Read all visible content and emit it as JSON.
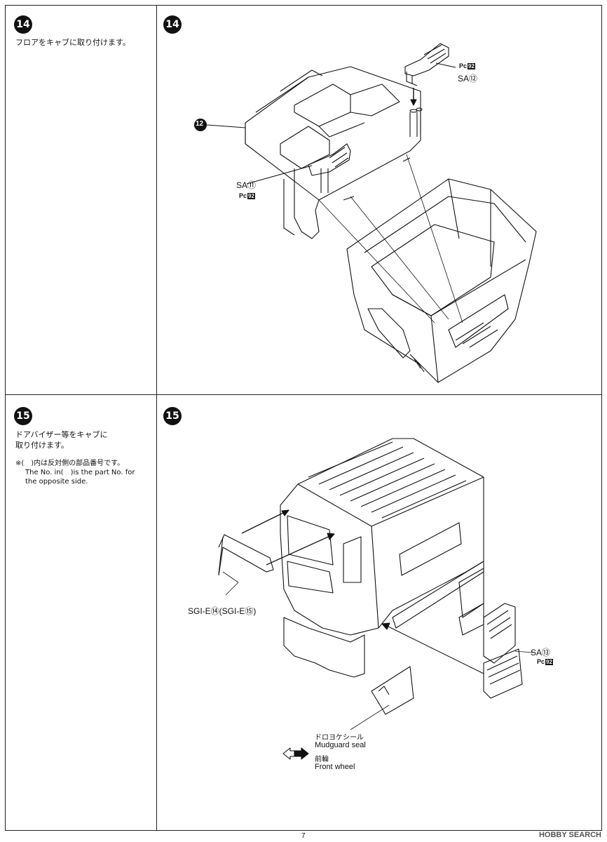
{
  "step14": {
    "number": "14",
    "instruction": "フロアをキャブに取り付けます。",
    "part_floor": "12",
    "sa_upper": "SA⑫",
    "pc_upper": "Pc",
    "pc_upper_code": "92",
    "sa_lower": "SA⑪",
    "pc_lower": "Pc",
    "pc_lower_code": "92"
  },
  "step15": {
    "number": "15",
    "instruction_line1": "ドアバイザー等をキャブに",
    "instruction_line2": "取り付けます。",
    "note_jp": "※(　)内は反対側の部品番号です。",
    "note_en_line1": "The No. in(　)is the part No. for",
    "note_en_line2": "the opposite side.",
    "visor_label": "SGI-E⑭(SGI-E⑮)",
    "sa_label": "SA⑬",
    "pc_label": "Pc",
    "pc_code": "92",
    "mudguard_jp": "ドロヨケシール",
    "mudguard_en": "Mudguard seal",
    "front_jp": "前輪",
    "front_en": "Front wheel"
  },
  "footer": {
    "page": "7",
    "watermark": "HOBBY SEARCH"
  }
}
